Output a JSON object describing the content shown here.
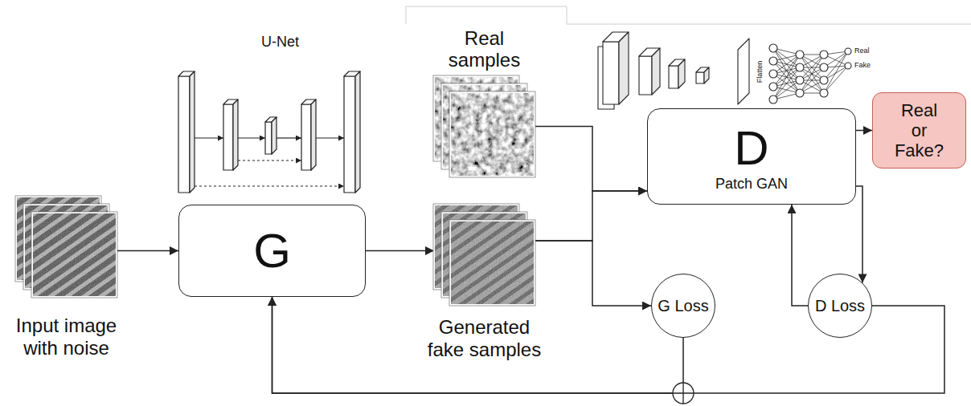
{
  "diagram": {
    "nodes": [
      {
        "text": [
          "Input image with noise"
        ]
      },
      {
        "text": [
          "G"
        ]
      },
      {
        "text": [
          "Real samples"
        ]
      },
      {
        "text": [
          "Generated fake samples"
        ]
      },
      {
        "text": [
          "D",
          "Patch GAN"
        ]
      },
      {
        "text": [
          "Real or Fake?"
        ]
      },
      {
        "text": [
          "G Loss"
        ]
      },
      {
        "text": [
          "D Loss"
        ]
      }
    ],
    "edges": [
      {
        "from": 0,
        "to": 1,
        "arrow": "to"
      },
      {
        "from": 1,
        "to": 3,
        "arrow": "to"
      },
      {
        "from": 2,
        "to": 4,
        "arrow": "to"
      },
      {
        "from": 3,
        "to": 4,
        "arrow": "to"
      },
      {
        "from": 3,
        "to": 6,
        "arrow": "to"
      },
      {
        "from": 4,
        "to": 5,
        "arrow": "to"
      },
      {
        "from": 4,
        "to": 7,
        "arrow": "to"
      },
      {
        "from": 7,
        "to": 4,
        "arrow": "to"
      },
      {
        "from": 6,
        "to": 1,
        "arrow": "to"
      },
      {
        "from": 7,
        "to": 1,
        "arrow": "to"
      }
    ],
    "labels": [
      "U-Net",
      "Flatten",
      "Real",
      "Fake"
    ]
  }
}
